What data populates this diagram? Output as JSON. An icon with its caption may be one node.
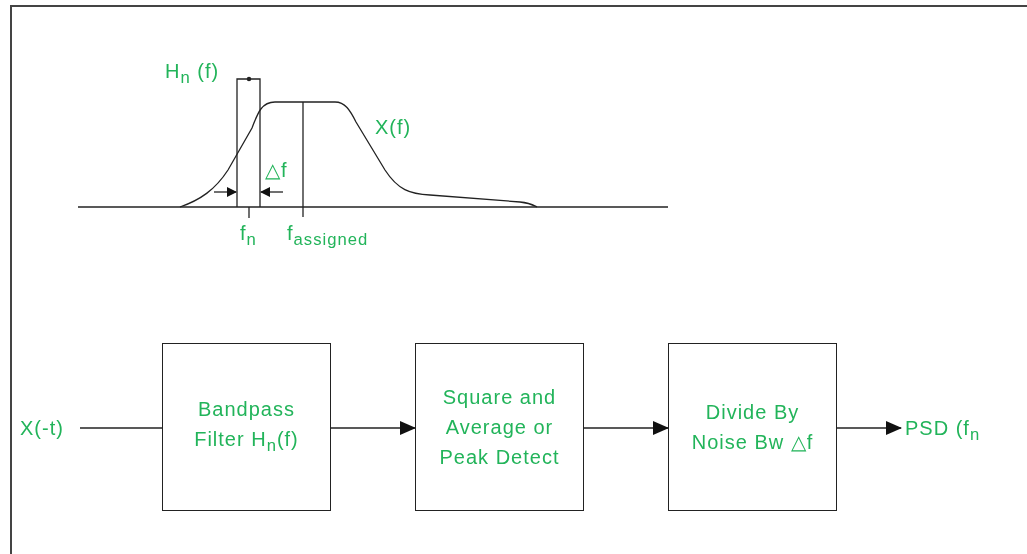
{
  "diagram": {
    "nodes": [
      {
        "text": [
          "X(-t)"
        ]
      },
      {
        "text": [
          "Bandpass Filter H$_{n}$(f)"
        ]
      },
      {
        "text": [
          "Square and Average or Peak Detect"
        ]
      },
      {
        "text": [
          "Divide By Noise Bw △f"
        ]
      },
      {
        "text": [
          "PSD (f$_{n}$"
        ]
      }
    ],
    "edges": [
      {
        "from": 0,
        "to": 1,
        "arrow": "none"
      },
      {
        "from": 1,
        "to": 2,
        "arrow": "to"
      },
      {
        "from": 2,
        "to": 3,
        "arrow": "to"
      },
      {
        "from": 3,
        "to": 4,
        "arrow": "to"
      }
    ],
    "labels": [
      "H$_{n}$ (f)",
      "X(f)",
      "△f",
      "f$_{n}$",
      "f$_{assigned}$"
    ]
  }
}
